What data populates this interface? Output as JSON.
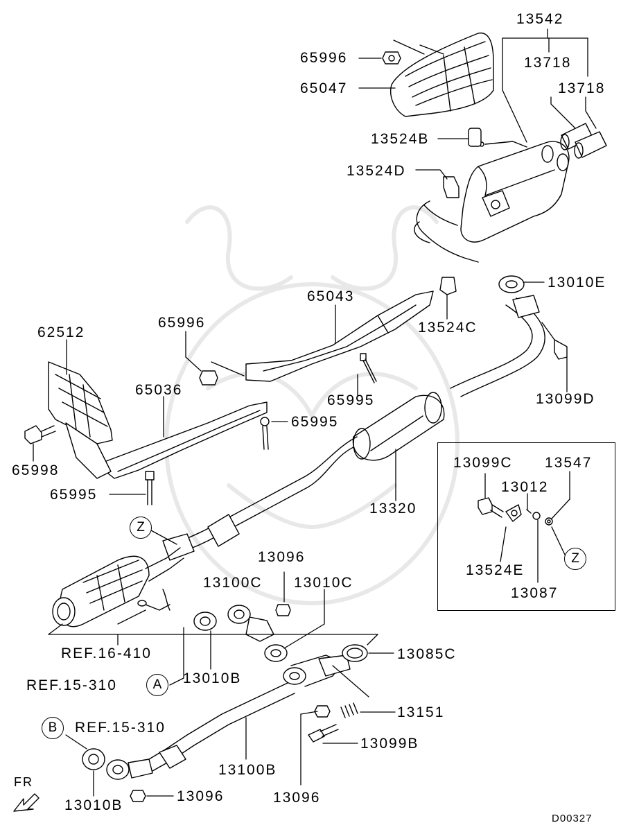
{
  "parts": {
    "p13542": "13542",
    "p13718_a": "13718",
    "p13718_b": "13718",
    "p65996_top": "65996",
    "p65047": "65047",
    "p13524B": "13524B",
    "p13524D": "13524D",
    "p13010E": "13010E",
    "p65043": "65043",
    "p13524C": "13524C",
    "p62512": "62512",
    "p65996_mid": "65996",
    "p13099D": "13099D",
    "p65036": "65036",
    "p65995_a": "65995",
    "p65995_b": "65995",
    "p65998": "65998",
    "p65995_c": "65995",
    "p13320": "13320",
    "p13099C": "13099C",
    "p13547": "13547",
    "p13012": "13012",
    "p13524E": "13524E",
    "p13087": "13087",
    "p13096_a": "13096",
    "p13100C": "13100C",
    "p13010C": "13010C",
    "p13085C": "13085C",
    "p13010B_a": "13010B",
    "p13151": "13151",
    "p13099B": "13099B",
    "p13100B": "13100B",
    "p13010B_b": "13010B",
    "p13096_b": "13096",
    "p13096_c": "13096"
  },
  "refs": {
    "ref16": "REF.16-410",
    "ref15a": "REF.15-310",
    "ref15b": "REF.15-310"
  },
  "markers": {
    "A": "A",
    "B": "B",
    "Z1": "Z",
    "Z2": "Z"
  },
  "footer": {
    "direction": "FR",
    "diagram_code": "D00327"
  }
}
